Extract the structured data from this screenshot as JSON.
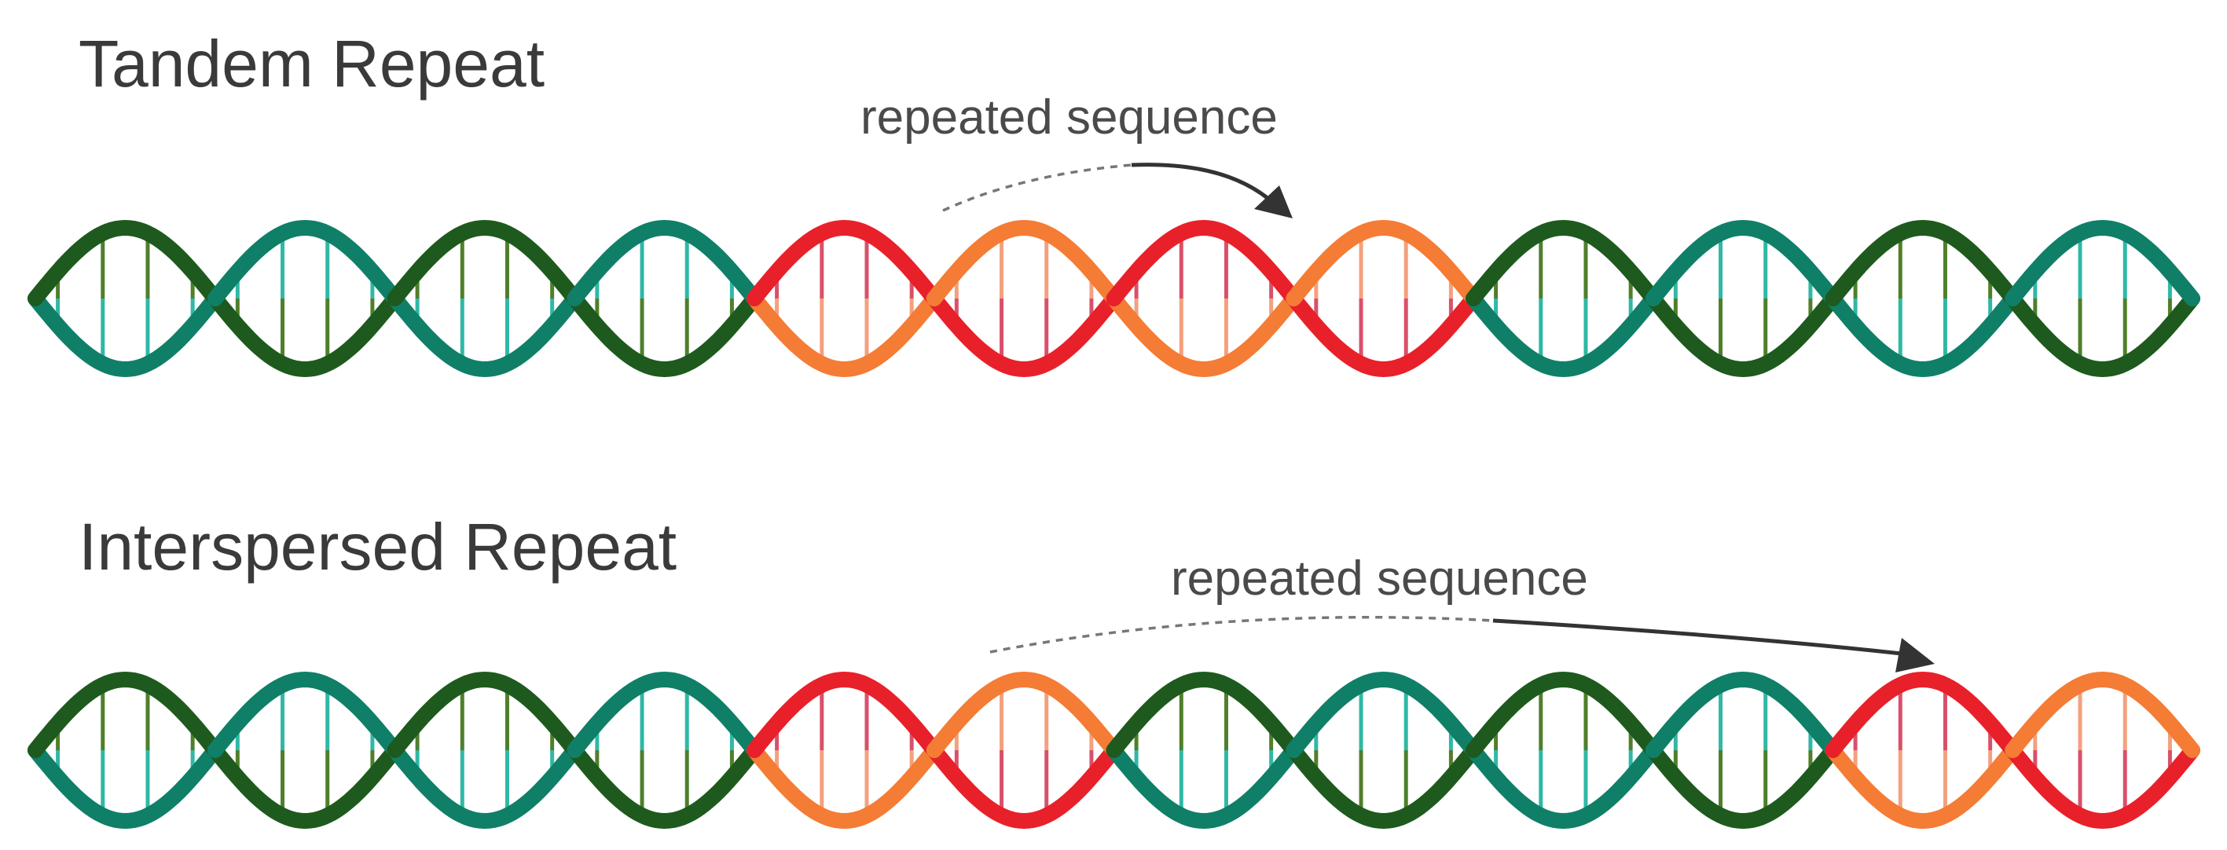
{
  "tandem": {
    "title": "Tandem Repeat",
    "annotation": "repeated sequence"
  },
  "interspersed": {
    "title": "Interspersed Repeat",
    "annotation": "repeated sequence"
  },
  "colors": {
    "normal_strand_dark": "#1e5a1e",
    "normal_strand_light": "#0f7f68",
    "normal_rung_dark": "#4f7f2a",
    "normal_rung_light": "#2fb8a6",
    "repeat_strand_dark": "#e8202a",
    "repeat_strand_light": "#f47c35",
    "repeat_rung_dark": "#d9506a",
    "repeat_rung_light": "#f4a07e",
    "arrow": "#333333"
  },
  "helices": [
    {
      "name": "tandem-repeat-helix",
      "segments": [
        {
          "type": "normal",
          "periods": 2
        },
        {
          "type": "repeat",
          "periods": 1
        },
        {
          "type": "repeat",
          "periods": 1
        },
        {
          "type": "normal",
          "periods": 2
        }
      ]
    },
    {
      "name": "interspersed-repeat-helix",
      "segments": [
        {
          "type": "normal",
          "periods": 2
        },
        {
          "type": "repeat",
          "periods": 1
        },
        {
          "type": "normal",
          "periods": 2
        },
        {
          "type": "repeat",
          "periods": 1
        }
      ]
    }
  ]
}
